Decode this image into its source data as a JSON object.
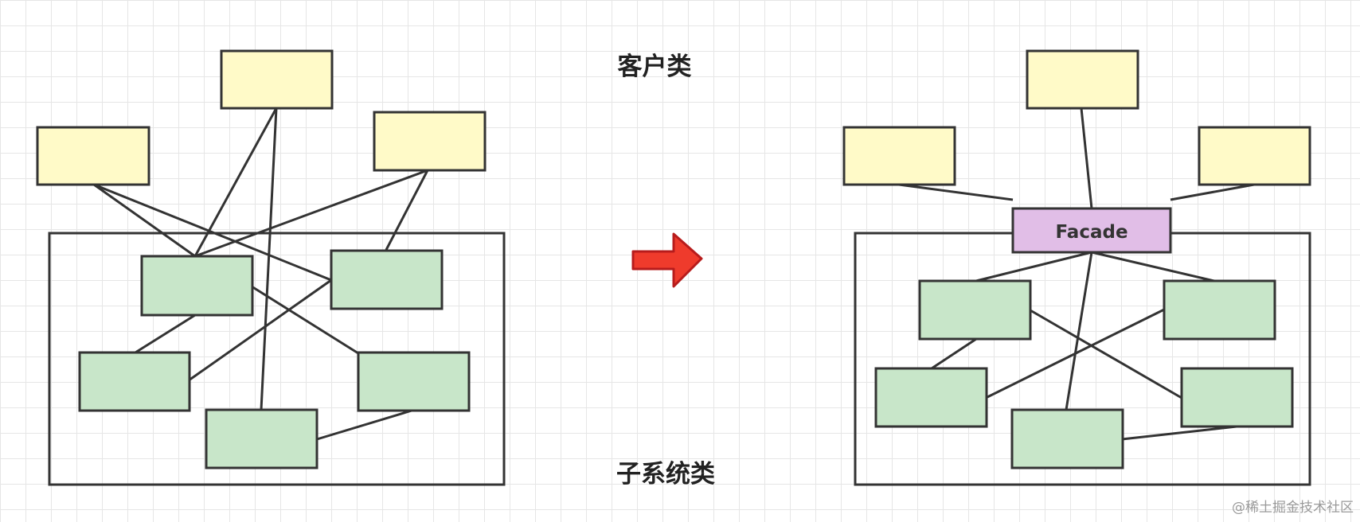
{
  "labels": {
    "client": "客户类",
    "subsystem": "子系统类",
    "facade": "Facade",
    "watermark": "@稀土掘金技术社区"
  },
  "colors": {
    "client_fill": "#fffac8",
    "subsystem_fill": "#c8e6c9",
    "facade_fill": "#e1bee7",
    "stroke": "#333333",
    "arrow_fill": "#ef3b2c",
    "arrow_stroke": "#b71c1c",
    "watermark": "#9a9a9a"
  },
  "icons": {
    "transition": "right-arrow-icon"
  }
}
